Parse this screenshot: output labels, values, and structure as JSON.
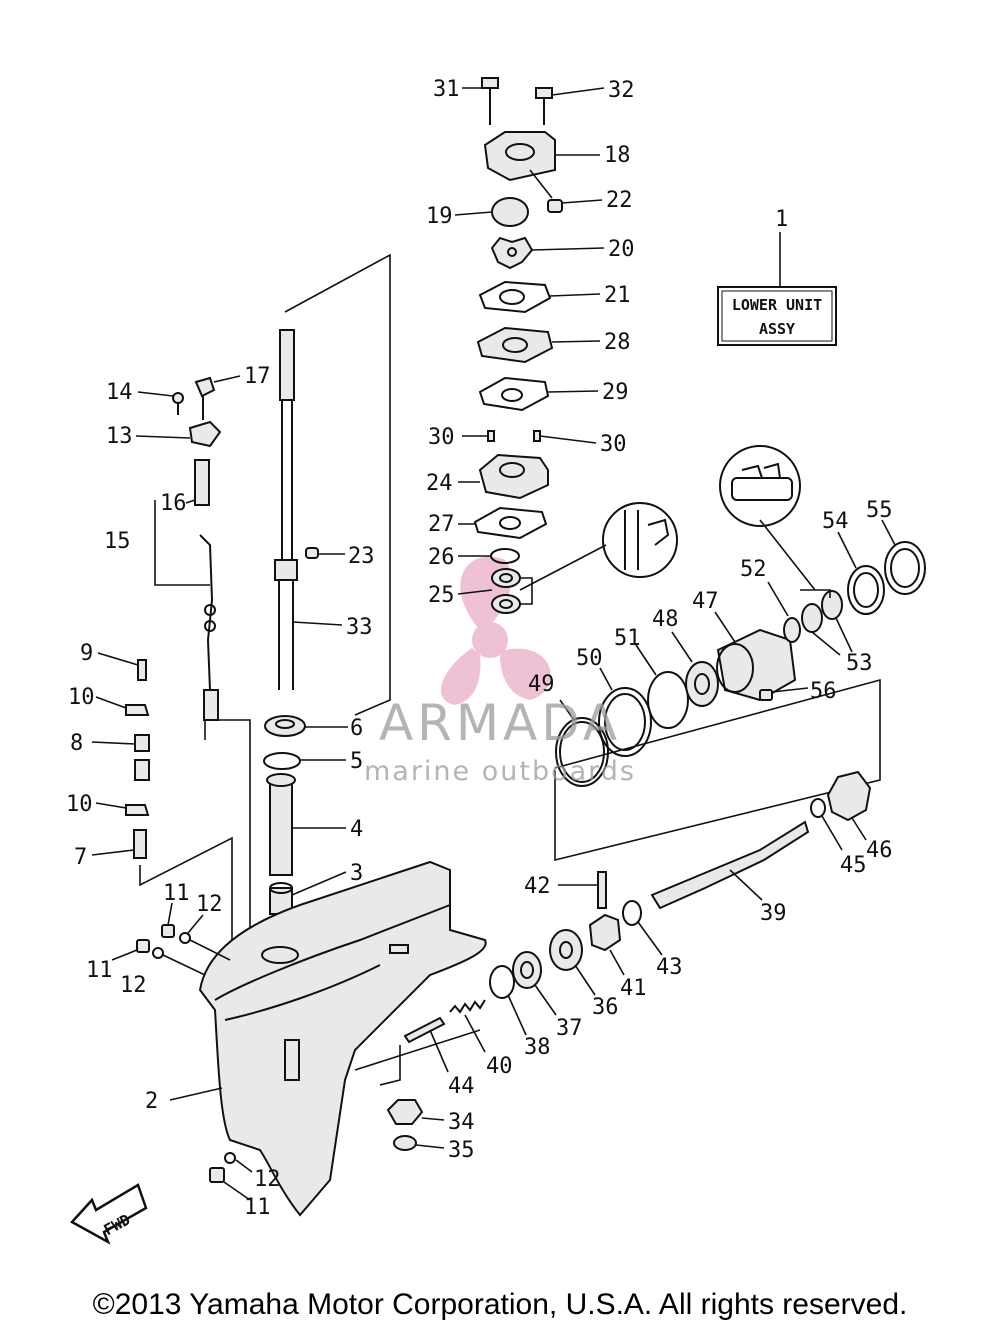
{
  "assembly_box": {
    "line1": "LOWER UNIT",
    "line2": "ASSY",
    "part_number": "1"
  },
  "watermark": {
    "brand": "ARMADA",
    "tagline": "marine outboards",
    "accent_color": "#e7a7c4"
  },
  "forward_badge": "FWD",
  "copyright": "©2013 Yamaha Motor Corporation, U.S.A. All rights reserved.",
  "callouts": {
    "p2": "2",
    "p3": "3",
    "p4": "4",
    "p5": "5",
    "p6": "6",
    "p7": "7",
    "p8": "8",
    "p9": "9",
    "p10a": "10",
    "p10b": "10",
    "p11a": "11",
    "p11b": "11",
    "p11c": "11",
    "p12a": "12",
    "p12b": "12",
    "p12c": "12",
    "p13": "13",
    "p14": "14",
    "p15": "15",
    "p16": "16",
    "p17": "17",
    "p18": "18",
    "p19": "19",
    "p20": "20",
    "p21": "21",
    "p22": "22",
    "p23": "23",
    "p24": "24",
    "p25": "25",
    "p26": "26",
    "p27": "27",
    "p28": "28",
    "p29": "29",
    "p30a": "30",
    "p30b": "30",
    "p31": "31",
    "p32": "32",
    "p33": "33",
    "p34": "34",
    "p35": "35",
    "p36": "36",
    "p37": "37",
    "p38": "38",
    "p39": "39",
    "p40": "40",
    "p41": "41",
    "p42": "42",
    "p43": "43",
    "p44": "44",
    "p45": "45",
    "p46": "46",
    "p47": "47",
    "p48": "48",
    "p49": "49",
    "p50": "50",
    "p51": "51",
    "p52": "52",
    "p53": "53",
    "p54": "54",
    "p55": "55",
    "p56": "56"
  }
}
